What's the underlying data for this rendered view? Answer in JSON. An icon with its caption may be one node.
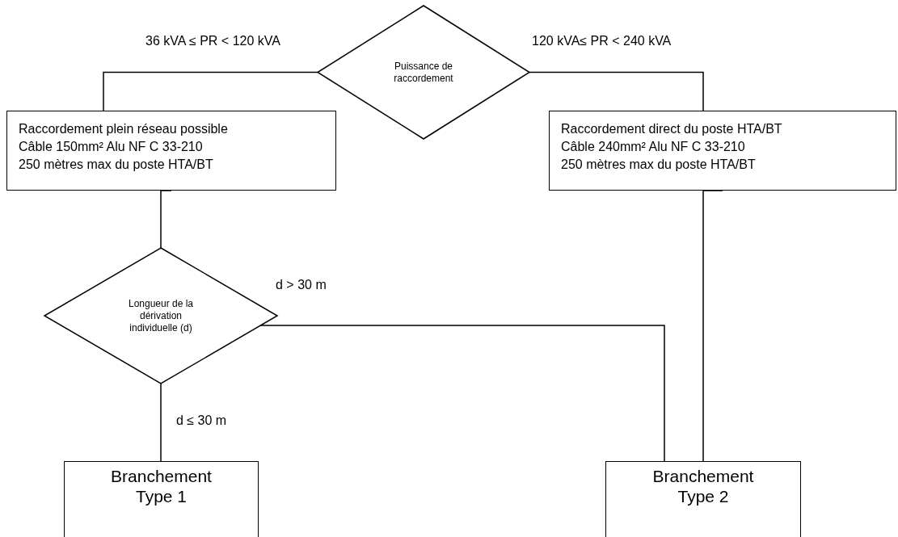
{
  "diagram": {
    "nodes": [
      {
        "text": [
          "Puissance de raccordement"
        ]
      },
      {
        "text": [
          "Raccordement plein réseau possible",
          "Câble 150mm² Alu NF C 33-210",
          "250 mètres max du poste HTA/BT"
        ]
      },
      {
        "text": [
          "Raccordement direct du poste HTA/BT",
          "Câble 240mm² Alu NF C 33-210",
          "250 mètres max du poste HTA/BT"
        ]
      },
      {
        "text": [
          "Longueur de la dérivation individuelle (d)"
        ]
      },
      {
        "text": [
          "Branchement Type 1"
        ]
      },
      {
        "text": [
          "Branchement Type 2"
        ]
      }
    ],
    "edges": [
      {
        "from": 0,
        "to": 1,
        "arrow": "none",
        "label": "36 kVA ≤ PR < 120 kVA"
      },
      {
        "from": 0,
        "to": 2,
        "arrow": "none",
        "label": "120 kVA≤ PR < 240 kVA"
      },
      {
        "from": 1,
        "to": 3,
        "arrow": "none"
      },
      {
        "from": 3,
        "to": 5,
        "arrow": "none",
        "label": "d > 30 m"
      },
      {
        "from": 3,
        "to": 4,
        "arrow": "none",
        "label": "d ≤ 30 m"
      },
      {
        "from": 2,
        "to": 5,
        "arrow": "none"
      }
    ]
  }
}
